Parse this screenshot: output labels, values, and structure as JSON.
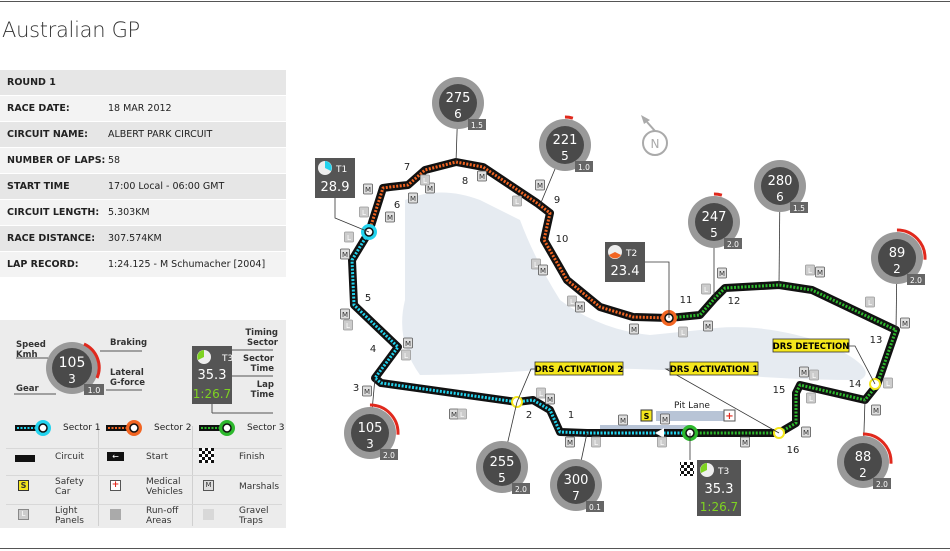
{
  "title": "Australian GP",
  "info": [
    {
      "k": "ROUND 1",
      "v": ""
    },
    {
      "k": "RACE DATE:",
      "v": "18 MAR 2012"
    },
    {
      "k": "CIRCUIT NAME:",
      "v": "ALBERT PARK CIRCUIT"
    },
    {
      "k": "NUMBER OF LAPS:",
      "v": "58"
    },
    {
      "k": "START TIME",
      "v": "17:00 Local - 06:00 GMT"
    },
    {
      "k": "CIRCUIT LENGTH:",
      "v": "5.303KM"
    },
    {
      "k": "RACE DISTANCE:",
      "v": "307.574KM"
    },
    {
      "k": "LAP RECORD:",
      "v": "1:24.125 - M Schumacher [2004]"
    }
  ],
  "legend": {
    "speed": "Speed Kmh",
    "braking": "Braking",
    "gear": "Gear",
    "gforce": "Lateral G-force",
    "timing_sector": "Timing Sector",
    "sector_time": "Sector Time",
    "lap_time": "Lap Time",
    "sample": {
      "speed": "105",
      "gear": "3",
      "g": "1.0",
      "t": "T3",
      "st": "35.3",
      "lt": "1:26.7"
    },
    "items": [
      "Sector 1",
      "Sector 2",
      "Sector 3",
      "Circuit",
      "Start",
      "Finish",
      "Safety Car",
      "Medical Vehicles",
      "Marshals",
      "Light Panels",
      "Run-off Areas",
      "Gravel Traps"
    ],
    "s": "S",
    "m": "M",
    "l": "L"
  },
  "colors": {
    "sector1": "#22d3ee",
    "sector2": "#f26522",
    "sector3": "#2db82d",
    "drs": "#f5e71c",
    "lap": "#7ed321",
    "brake": "#e0291d"
  },
  "turns": [
    "1",
    "2",
    "3",
    "4",
    "5",
    "6",
    "7",
    "8",
    "9",
    "10",
    "11",
    "12",
    "13",
    "14",
    "15",
    "16"
  ],
  "gauges": [
    {
      "speed": "275",
      "gear": "6",
      "g": "1.5",
      "brake": 0.0
    },
    {
      "speed": "221",
      "gear": "5",
      "g": "1.0",
      "brake": 0.15
    },
    {
      "speed": "247",
      "gear": "5",
      "g": "2.0",
      "brake": 0.15
    },
    {
      "speed": "280",
      "gear": "6",
      "g": "1.5",
      "brake": 0.0
    },
    {
      "speed": "89",
      "gear": "2",
      "g": "2.0",
      "brake": 0.85
    },
    {
      "speed": "88",
      "gear": "2",
      "g": "2.0",
      "brake": 0.85
    },
    {
      "speed": "105",
      "gear": "3",
      "g": "2.0",
      "brake": 0.85
    },
    {
      "speed": "255",
      "gear": "5",
      "g": "2.0",
      "brake": 0.0
    },
    {
      "speed": "300",
      "gear": "7",
      "g": "0.1",
      "brake": 0.0
    }
  ],
  "timing": [
    {
      "t": "T1",
      "time": "28.9"
    },
    {
      "t": "T2",
      "time": "23.4"
    },
    {
      "t": "T3",
      "time": "35.3",
      "lap": "1:26.7"
    }
  ],
  "drs": [
    "DRS ACTIVATION 2",
    "DRS ACTIVATION 1",
    "DRS DETECTION"
  ],
  "pit_lane": "Pit Lane",
  "compass": "N",
  "marker_m": "M",
  "marker_l": "L",
  "marker_s": "S"
}
